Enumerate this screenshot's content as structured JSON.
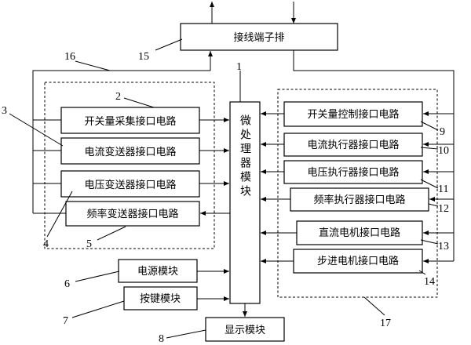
{
  "blocks": {
    "terminal": "接线端子排",
    "mcu": "微处理器模块",
    "switch_acq": "开关量采集接口电路",
    "current_tx": "电流变送器接口电路",
    "voltage_tx": "电压变送器接口电路",
    "freq_tx": "频率变送器接口电路",
    "switch_ctrl": "开关量控制接口电路",
    "current_act": "电流执行器接口电路",
    "voltage_act": "电压执行器接口电路",
    "freq_act": "频率执行器接口电路",
    "dc_motor": "直流电机接口电路",
    "stepper": "步进电机接口电路",
    "power": "电源模块",
    "keys": "按键模块",
    "display": "显示模块"
  },
  "refs": {
    "r1": "1",
    "r2": "2",
    "r3": "3",
    "r4": "4",
    "r5": "5",
    "r6": "6",
    "r7": "7",
    "r8": "8",
    "r9": "9",
    "r10": "10",
    "r11": "11",
    "r12": "12",
    "r13": "13",
    "r14": "14",
    "r15": "15",
    "r16": "16",
    "r17": "17"
  }
}
